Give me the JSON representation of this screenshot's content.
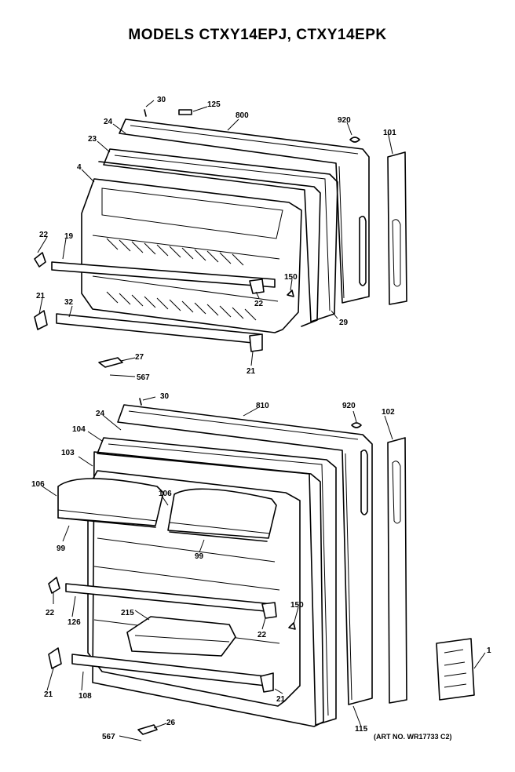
{
  "title": "MODELS CTXY14EPJ, CTXY14EPK",
  "art_number": "(ART NO. WR17733 C2)",
  "freezer_callouts": [
    "30",
    "125",
    "800",
    "920",
    "101",
    "24",
    "23",
    "4",
    "22",
    "19",
    "150",
    "22",
    "21",
    "32",
    "29",
    "27",
    "567",
    "21"
  ],
  "fresh_food_callouts": [
    "30",
    "810",
    "920",
    "102",
    "24",
    "104",
    "103",
    "106",
    "106",
    "99",
    "99",
    "22",
    "126",
    "150",
    "215",
    "22",
    "21",
    "108",
    "21",
    "115",
    "26",
    "567",
    "1"
  ]
}
